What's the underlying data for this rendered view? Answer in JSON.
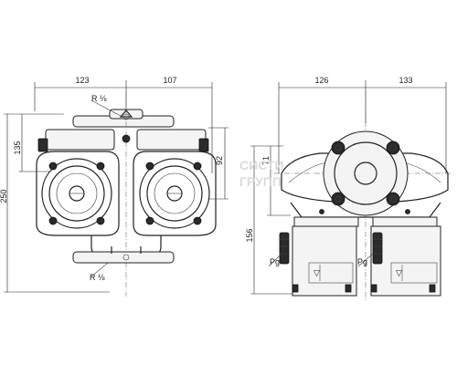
{
  "front_view": {
    "dim_width_left": "123",
    "dim_width_right": "107",
    "dim_height_total": "250",
    "dim_height_upper": "135",
    "dim_right_partial": "92",
    "thread_top": "R ⅛",
    "thread_bottom": "R ⅛"
  },
  "side_view": {
    "dim_width_left": "126",
    "dim_width_right": "133",
    "dim_height_total": "156",
    "dim_height_partial": "71",
    "pg_left": "Pg",
    "pg_right": "Pg"
  },
  "watermark": {
    "line1": "СИСТИ",
    "line2": "ГРУПП"
  }
}
